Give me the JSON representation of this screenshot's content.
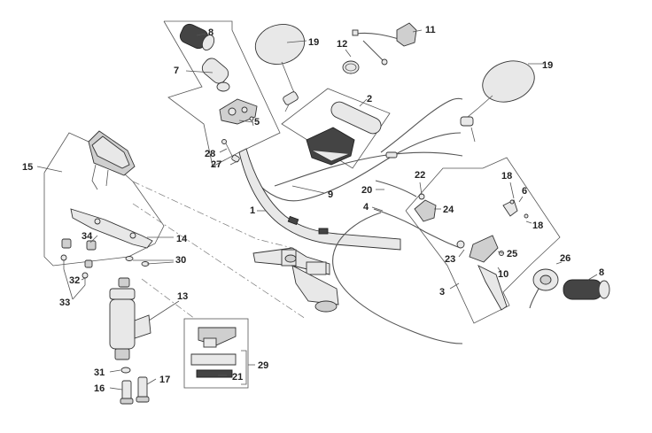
{
  "labels": {
    "l1": "1",
    "l2": "2",
    "l3": "3",
    "l4": "4",
    "l5": "5",
    "l6": "6",
    "l7": "7",
    "l8a": "8",
    "l8b": "8",
    "l9": "9",
    "l10": "10",
    "l11": "11",
    "l12": "12",
    "l13": "13",
    "l14": "14",
    "l15": "15",
    "l16": "16",
    "l17": "17",
    "l18a": "18",
    "l18b": "18",
    "l19a": "19",
    "l19b": "19",
    "l20": "20",
    "l21": "21",
    "l22": "22",
    "l23": "23",
    "l24": "24",
    "l25": "25",
    "l26": "26",
    "l27": "27",
    "l28": "28",
    "l29": "29",
    "l30": "30",
    "l31": "31",
    "l32": "32",
    "l33": "33",
    "l34": "34"
  }
}
